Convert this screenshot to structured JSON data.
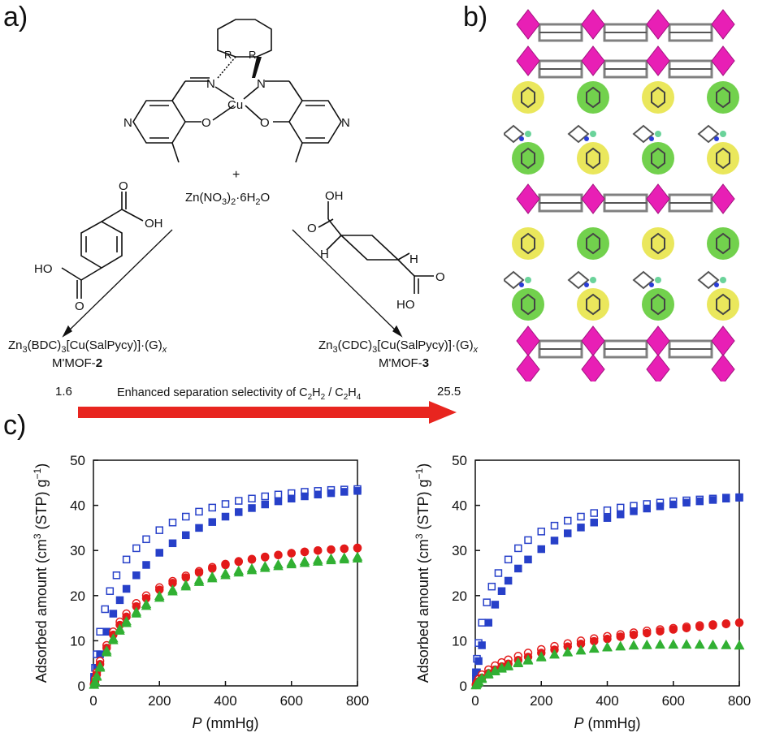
{
  "panels": {
    "a": "a)",
    "b": "b)",
    "c": "c)"
  },
  "scheme": {
    "plus": "+",
    "zn_salt_pre": "Zn(NO",
    "zn_salt_sub1": "3",
    "zn_salt_mid": ")",
    "zn_salt_sub2": "2",
    "zn_salt_post": "·6H",
    "zn_salt_sub3": "2",
    "zn_salt_end": "O",
    "left_product": {
      "p1": "Zn",
      "s1": "3",
      "p2": "(BDC)",
      "s2": "3",
      "p3": "[Cu(SalPycy)]·(G)",
      "s3": "x",
      "name_pre": "M'MOF-",
      "name_num": "2"
    },
    "right_product": {
      "p1": "Zn",
      "s1": "3",
      "p2": "(CDC)",
      "s2": "3",
      "p3": "[Cu(SalPycy)]·(G)",
      "s3": "x",
      "name_pre": "M'MOF-",
      "name_num": "3"
    },
    "atom_labels": {
      "N": "N",
      "Cu": "Cu",
      "O": "O",
      "R": "R",
      "H": "H",
      "OH": "OH",
      "HO": "HO"
    }
  },
  "arrow": {
    "left_value": "1.6",
    "right_value": "25.5",
    "text_pre": "Enhanced separation selectivity of C",
    "text_s1": "2",
    "text_mid1": "H",
    "text_s2": "2",
    "text_mid2": " / C",
    "text_s3": "2",
    "text_mid3": "H",
    "text_s4": "4",
    "color": "#e8251f"
  },
  "colors": {
    "blue": "#2740c9",
    "red": "#e31a1a",
    "green": "#31b033",
    "magenta": "#e81fb5",
    "yellow": "#e8e44a",
    "lime": "#63cc3a",
    "grey": "#808080"
  },
  "chart_data": [
    {
      "type": "scatter",
      "ylabel_pre": "Adsorbed amount (cm",
      "ylabel_sup1": "3",
      "ylabel_mid": " (STP) g",
      "ylabel_sup2": "−1",
      "ylabel_post": ")",
      "xlabel_italic": "P",
      "xlabel_rest": " (mmHg)",
      "xlim": [
        0,
        800
      ],
      "ylim": [
        0,
        50
      ],
      "xticks": [
        0,
        200,
        400,
        600,
        800
      ],
      "yticks": [
        0,
        10,
        20,
        30,
        40,
        50
      ],
      "series": [
        {
          "marker": "square-open",
          "color": "#2740c9",
          "x": [
            2,
            5,
            10,
            20,
            35,
            50,
            70,
            100,
            130,
            160,
            200,
            240,
            280,
            320,
            360,
            400,
            440,
            480,
            520,
            560,
            600,
            640,
            680,
            720,
            760,
            800
          ],
          "y": [
            2,
            4,
            7,
            12,
            17,
            21,
            24.5,
            28,
            30.5,
            32.5,
            34.5,
            36.2,
            37.5,
            38.6,
            39.5,
            40.3,
            41,
            41.5,
            42,
            42.4,
            42.7,
            43,
            43.2,
            43.4,
            43.5,
            43.6
          ]
        },
        {
          "marker": "square-filled",
          "color": "#2740c9",
          "x": [
            2,
            5,
            10,
            20,
            40,
            60,
            80,
            100,
            130,
            160,
            200,
            240,
            280,
            320,
            360,
            400,
            440,
            480,
            520,
            560,
            600,
            640,
            680,
            720,
            760,
            800
          ],
          "y": [
            1,
            2,
            4,
            7,
            12,
            16,
            19,
            21.5,
            24.5,
            26.8,
            29.5,
            31.6,
            33.4,
            35,
            36.3,
            37.5,
            38.5,
            39.4,
            40.2,
            40.9,
            41.5,
            42,
            42.4,
            42.7,
            43,
            43.2
          ]
        },
        {
          "marker": "circle-open",
          "color": "#e31a1a",
          "x": [
            2,
            5,
            10,
            20,
            40,
            60,
            80,
            100,
            130,
            160,
            200,
            240,
            280,
            320,
            360,
            400,
            440,
            480,
            520,
            560,
            600,
            640,
            680,
            720,
            760,
            800
          ],
          "y": [
            0.5,
            1.5,
            3,
            5.5,
            9,
            12,
            14.2,
            16,
            18.3,
            20,
            21.8,
            23.2,
            24.4,
            25.4,
            26.3,
            27,
            27.6,
            28.1,
            28.6,
            29,
            29.4,
            29.7,
            30,
            30.2,
            30.4,
            30.6
          ]
        },
        {
          "marker": "circle-filled",
          "color": "#e31a1a",
          "x": [
            2,
            5,
            10,
            20,
            40,
            60,
            80,
            100,
            130,
            160,
            200,
            240,
            280,
            320,
            360,
            400,
            440,
            480,
            520,
            560,
            600,
            640,
            680,
            720,
            760,
            800
          ],
          "y": [
            0.3,
            1,
            2.5,
            4.8,
            8.4,
            11.3,
            13.5,
            15.3,
            17.6,
            19.4,
            21.3,
            22.8,
            24,
            25.1,
            26,
            26.8,
            27.5,
            28,
            28.5,
            29,
            29.4,
            29.7,
            30,
            30.2,
            30.4,
            30.5
          ]
        },
        {
          "marker": "triangle-open",
          "color": "#31b033",
          "x": [
            2,
            5,
            10,
            20,
            40,
            60,
            80,
            100,
            130,
            160,
            200,
            240,
            280,
            320,
            360,
            400,
            440,
            480,
            520,
            560,
            600,
            640,
            680,
            720,
            760,
            800
          ],
          "y": [
            0.3,
            1,
            2.2,
            4.3,
            7.8,
            10.5,
            12.6,
            14.3,
            16.4,
            18.1,
            19.9,
            21.3,
            22.4,
            23.4,
            24.2,
            24.9,
            25.5,
            26,
            26.5,
            26.9,
            27.3,
            27.6,
            27.9,
            28.2,
            28.4,
            28.6
          ]
        },
        {
          "marker": "triangle-filled",
          "color": "#31b033",
          "x": [
            2,
            5,
            10,
            20,
            40,
            60,
            80,
            100,
            130,
            160,
            200,
            240,
            280,
            320,
            360,
            400,
            440,
            480,
            520,
            560,
            600,
            640,
            680,
            720,
            760,
            800
          ],
          "y": [
            0.2,
            0.8,
            2,
            4,
            7.4,
            10.1,
            12.2,
            13.9,
            16,
            17.7,
            19.5,
            20.9,
            22,
            23,
            23.8,
            24.5,
            25.1,
            25.6,
            26.1,
            26.5,
            26.9,
            27.2,
            27.5,
            27.8,
            28,
            28.2
          ]
        }
      ]
    },
    {
      "type": "scatter",
      "ylabel_pre": "Adsorbed amount (cm",
      "ylabel_sup1": "3",
      "ylabel_mid": " (STP) g",
      "ylabel_sup2": "−1",
      "ylabel_post": ")",
      "xlabel_italic": "P",
      "xlabel_rest": " (mmHg)",
      "xlim": [
        0,
        800
      ],
      "ylim": [
        0,
        50
      ],
      "xticks": [
        0,
        200,
        400,
        600,
        800
      ],
      "yticks": [
        0,
        10,
        20,
        30,
        40,
        50
      ],
      "series": [
        {
          "marker": "square-open",
          "color": "#2740c9",
          "x": [
            2,
            5,
            10,
            20,
            35,
            50,
            70,
            100,
            130,
            160,
            200,
            240,
            280,
            320,
            360,
            400,
            440,
            480,
            520,
            560,
            600,
            640,
            680,
            720,
            760,
            800
          ],
          "y": [
            3,
            6,
            9.5,
            14,
            18.5,
            22,
            25,
            28,
            30.5,
            32.3,
            34.2,
            35.5,
            36.6,
            37.5,
            38.3,
            38.9,
            39.5,
            39.9,
            40.3,
            40.6,
            40.9,
            41.1,
            41.3,
            41.5,
            41.7,
            41.8
          ]
        },
        {
          "marker": "square-filled",
          "color": "#2740c9",
          "x": [
            2,
            5,
            10,
            20,
            40,
            60,
            80,
            100,
            130,
            160,
            200,
            240,
            280,
            320,
            360,
            400,
            440,
            480,
            520,
            560,
            600,
            640,
            680,
            720,
            760,
            800
          ],
          "y": [
            1.5,
            3,
            5.5,
            9,
            14,
            18,
            21,
            23.3,
            26,
            28,
            30.3,
            32.2,
            33.8,
            35.1,
            36.2,
            37.2,
            38,
            38.7,
            39.3,
            39.8,
            40.2,
            40.6,
            40.9,
            41.2,
            41.5,
            41.7
          ]
        },
        {
          "marker": "circle-open",
          "color": "#e31a1a",
          "x": [
            2,
            5,
            10,
            20,
            40,
            60,
            80,
            100,
            130,
            160,
            200,
            240,
            280,
            320,
            360,
            400,
            440,
            480,
            520,
            560,
            600,
            640,
            680,
            720,
            760,
            800
          ],
          "y": [
            0.3,
            0.8,
            1.5,
            2.5,
            3.6,
            4.5,
            5.2,
            5.8,
            6.6,
            7.3,
            8.1,
            8.8,
            9.4,
            10,
            10.5,
            11,
            11.4,
            11.8,
            12.2,
            12.5,
            12.8,
            13.1,
            13.4,
            13.6,
            13.8,
            14
          ]
        },
        {
          "marker": "circle-filled",
          "color": "#e31a1a",
          "x": [
            2,
            5,
            10,
            20,
            40,
            60,
            80,
            100,
            130,
            160,
            200,
            240,
            280,
            320,
            360,
            400,
            440,
            480,
            520,
            560,
            600,
            640,
            680,
            720,
            760,
            800
          ],
          "y": [
            0.2,
            0.5,
            1,
            1.8,
            2.8,
            3.6,
            4.3,
            4.9,
            5.7,
            6.4,
            7.3,
            8,
            8.7,
            9.3,
            9.9,
            10.4,
            10.9,
            11.3,
            11.7,
            12.1,
            12.5,
            12.8,
            13.1,
            13.4,
            13.7,
            14
          ]
        },
        {
          "marker": "triangle-open",
          "color": "#31b033",
          "x": [
            2,
            5,
            10,
            20,
            40,
            60,
            80,
            100,
            130,
            160,
            200,
            240,
            280,
            320,
            360,
            400,
            440,
            480,
            520,
            560,
            600,
            640,
            680,
            720,
            760,
            800
          ],
          "y": [
            0.2,
            0.5,
            1,
            1.7,
            2.7,
            3.4,
            4,
            4.5,
            5.2,
            5.8,
            6.5,
            7,
            7.5,
            7.9,
            8.3,
            8.6,
            8.8,
            9,
            9.1,
            9.2,
            9.2,
            9.2,
            9.2,
            9.1,
            9.1,
            9
          ]
        },
        {
          "marker": "triangle-filled",
          "color": "#31b033",
          "x": [
            2,
            5,
            10,
            20,
            40,
            60,
            80,
            100,
            130,
            160,
            200,
            240,
            280,
            320,
            360,
            400,
            440,
            480,
            520,
            560,
            600,
            640,
            680,
            720,
            760,
            800
          ],
          "y": [
            0.1,
            0.4,
            0.8,
            1.5,
            2.5,
            3.2,
            3.8,
            4.3,
            5,
            5.6,
            6.3,
            6.9,
            7.4,
            7.8,
            8.2,
            8.5,
            8.7,
            8.9,
            9,
            9.1,
            9.1,
            9.1,
            9.1,
            9,
            9,
            8.9
          ]
        }
      ]
    }
  ]
}
